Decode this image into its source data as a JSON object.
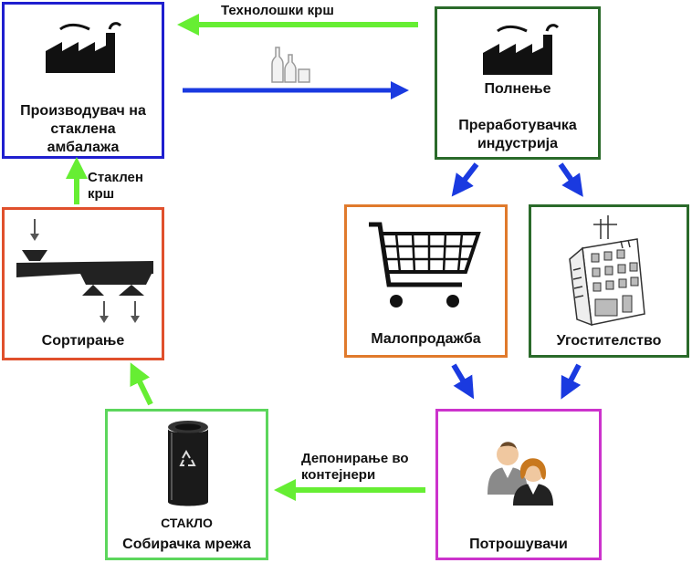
{
  "boxes": {
    "producer": {
      "label_lines": [
        "Производувач на",
        "стаклена",
        "амбалажа"
      ],
      "color": "#1f1fcf"
    },
    "processing": {
      "top_label": "Полнење",
      "label_lines": [
        "Преработувачка",
        "индустрија"
      ],
      "color": "#2a6a2a"
    },
    "retail": {
      "label": "Малопродажба",
      "color": "#e07a2c"
    },
    "hospitality": {
      "label": "Угостителство",
      "color": "#2a6a2a"
    },
    "consumers": {
      "label": "Потрошувачи",
      "color": "#cc33cc"
    },
    "collection": {
      "top_label": "СТАКЛО",
      "label": "Собирачка мрежа",
      "color": "#5cd65c"
    },
    "sorting": {
      "label": "Сортирање",
      "color": "#e0502c"
    }
  },
  "arrows": {
    "cullet_top": {
      "label": "Технолошки крш",
      "color": "#66ee33"
    },
    "cullet_side": {
      "label_lines": [
        "Стаклен",
        "крш"
      ],
      "color": "#66ee33"
    },
    "deposit": {
      "label_lines": [
        "Депонирање во",
        "контејнери"
      ],
      "color": "#66ee33"
    },
    "flow_blue": {
      "color": "#1a3ae0"
    }
  },
  "icons": [
    "factory-icon",
    "glass-bottles-icon",
    "shopping-cart-icon",
    "building-icon",
    "people-icon",
    "recycle-bin-icon",
    "sorting-machine-icon"
  ]
}
